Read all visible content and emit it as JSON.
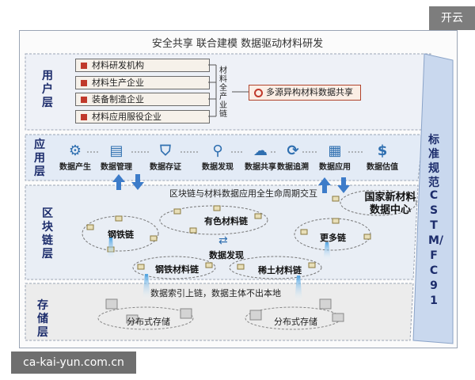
{
  "watermark_top": "开云",
  "watermark_bottom": "ca-kai-yun.com.cn",
  "banner": "安全共享  联合建模  数据驱动材料研发",
  "layers": {
    "user": "用户层",
    "app": "应用层",
    "chain": "区块链层",
    "storage": "存储层"
  },
  "user_layer": {
    "orgs": [
      "材料研发机构",
      "材料生产企业",
      "装备制造企业",
      "材料应用服役企业"
    ],
    "chain_word": "材料全产业链",
    "share": "多源异构材料数据共享"
  },
  "app_layer": {
    "items": [
      {
        "label": "数据产生",
        "icon": "gear-icon"
      },
      {
        "label": "数据管理",
        "icon": "clipboard-icon"
      },
      {
        "label": "数据存证",
        "icon": "shield-check-icon"
      },
      {
        "label": "数据发现",
        "icon": "magnifier-icon"
      },
      {
        "label": "数据共享",
        "icon": "cloud-share-icon"
      },
      {
        "label": "数据追溯",
        "icon": "cycle-icon"
      },
      {
        "label": "数据应用",
        "icon": "grid-icon"
      },
      {
        "label": "数据估值",
        "icon": "money-bag-icon"
      }
    ]
  },
  "chain_layer": {
    "interaction": "区块链与材料数据应用全生命周期交互",
    "center": "国家新材料数据中心",
    "chains": [
      "钢铁链",
      "有色材料链",
      "更多链",
      "钢铁材料链",
      "稀土材料链"
    ],
    "discovery": "数据发现"
  },
  "storage_layer": {
    "note": "数据索引上链，数据主体不出本地",
    "stores": [
      "分布式存储",
      "分布式存储"
    ]
  },
  "side": {
    "standard": "标准规范",
    "cstm": "CSTM/FC91"
  },
  "colors": {
    "accent_blue": "#2f6fb0",
    "layer_blue": "#dfe8f4",
    "red": "#c0392b",
    "side_blue": "#3d6fb5"
  }
}
